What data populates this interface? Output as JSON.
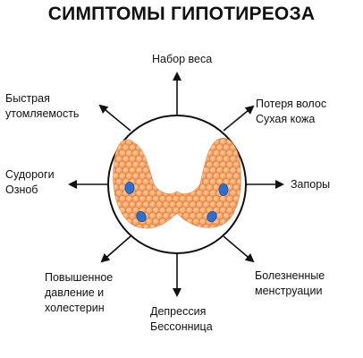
{
  "title": "СИМПТОМЫ ГИПОТИРЕОЗА",
  "symptoms": {
    "top": "Набор веса",
    "top_right": "Потеря волос\nСухая кожа",
    "right": "Запоры",
    "bottom_right": "Болезненные\nменструации",
    "bottom": "Депрессия\nБессонница",
    "bottom_left": "Повышенное\nдавление и\nхолестерин",
    "left": "Судороги\nОзноб",
    "top_left": "Быстрая\nутомляемость"
  },
  "colors": {
    "gland": "#f4a56a",
    "gland_dark": "#e07e3c",
    "nodule": "#2e6fd0",
    "arrow": "#111111"
  }
}
